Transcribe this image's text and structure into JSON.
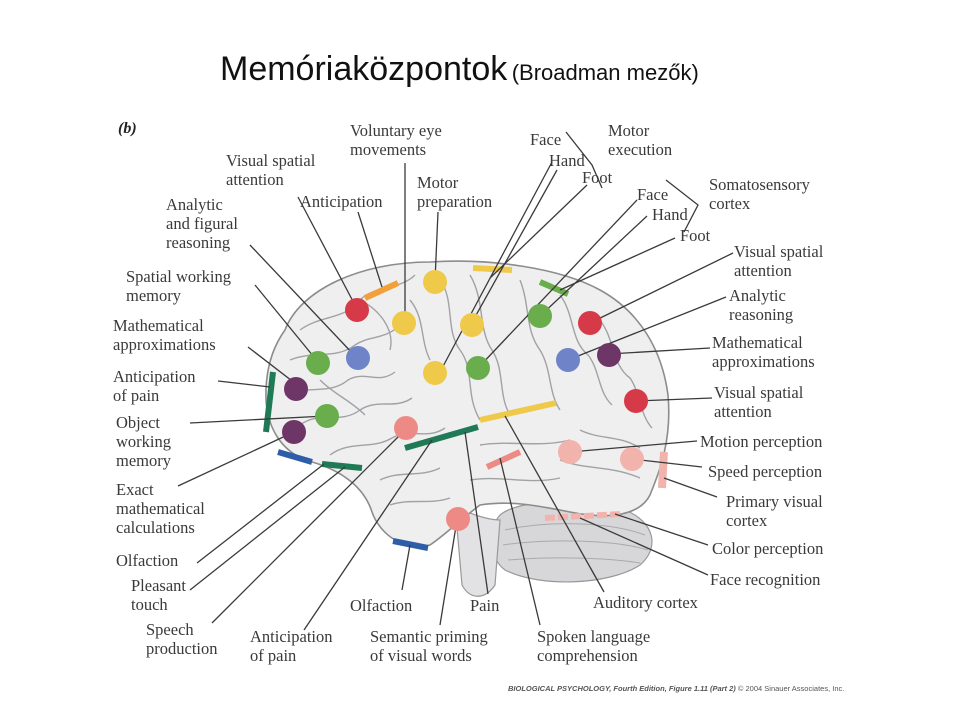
{
  "title": {
    "main": "Memóriaközpontok",
    "sub": "(Broadman mezők)"
  },
  "panel_label": "(b)",
  "credit": {
    "source": "BIOLOGICAL PSYCHOLOGY, Fourth Edition, Figure 1.11 (Part 2)",
    "copyright": "© 2004 Sinauer Associates, Inc."
  },
  "labels": {
    "voluntary_eye": [
      "Voluntary eye",
      "movements"
    ],
    "visual_spatial_attention_top": [
      "Visual spatial",
      "attention"
    ],
    "anticipation": [
      "Anticipation"
    ],
    "motor_preparation": [
      "Motor",
      "preparation"
    ],
    "analytic_figural": [
      "Analytic",
      "and figural",
      "reasoning"
    ],
    "spatial_working_memory": [
      "Spatial working",
      "memory"
    ],
    "math_approx_left": [
      "Mathematical",
      "approximations"
    ],
    "anticipation_pain_left": [
      "Anticipation",
      "of pain"
    ],
    "object_working_memory": [
      "Object",
      "working",
      "memory"
    ],
    "exact_math": [
      "Exact",
      "mathematical",
      "calculations"
    ],
    "olfaction_left": [
      "Olfaction"
    ],
    "pleasant_touch": [
      "Pleasant",
      "touch"
    ],
    "speech_production": [
      "Speech",
      "production"
    ],
    "anticipation_pain_bottom": [
      "Anticipation",
      "of pain"
    ],
    "olfaction_bottom": [
      "Olfaction"
    ],
    "semantic_priming": [
      "Semantic priming",
      "of visual words"
    ],
    "pain": [
      "Pain"
    ],
    "spoken_language": [
      "Spoken language",
      "comprehension"
    ],
    "auditory_cortex": [
      "Auditory cortex"
    ],
    "face_recognition": [
      "Face recognition"
    ],
    "color_perception": [
      "Color perception"
    ],
    "primary_visual": [
      "Primary visual",
      "cortex"
    ],
    "speed_perception": [
      "Speed perception"
    ],
    "motion_perception": [
      "Motion perception"
    ],
    "visual_spatial_attention_right": [
      "Visual spatial",
      "attention"
    ],
    "math_approx_right": [
      "Mathematical",
      "approximations"
    ],
    "analytic_reasoning": [
      "Analytic",
      "reasoning"
    ],
    "visual_spatial_attention_upper_right": [
      "Visual spatial",
      "attention"
    ],
    "motor_execution": [
      "Motor",
      "execution"
    ],
    "somatosensory": [
      "Somatosensory",
      "cortex"
    ],
    "face_motor": [
      "Face"
    ],
    "hand_motor": [
      "Hand"
    ],
    "foot_motor": [
      "Foot"
    ],
    "face_somato": [
      "Face"
    ],
    "hand_somato": [
      "Hand"
    ],
    "foot_somato": [
      "Foot"
    ]
  },
  "colors": {
    "red": "#d63a48",
    "yellow": "#efc94a",
    "green": "#6aad4c",
    "blue": "#6f83c9",
    "purple": "#6e3567",
    "pink": "#ee8a86",
    "light_pink": "#f3b3ad",
    "orange": "#f2a03a",
    "dark_green": "#1f7a55",
    "dark_blue": "#2e5ea8",
    "brain_fill": "#efeff0"
  }
}
